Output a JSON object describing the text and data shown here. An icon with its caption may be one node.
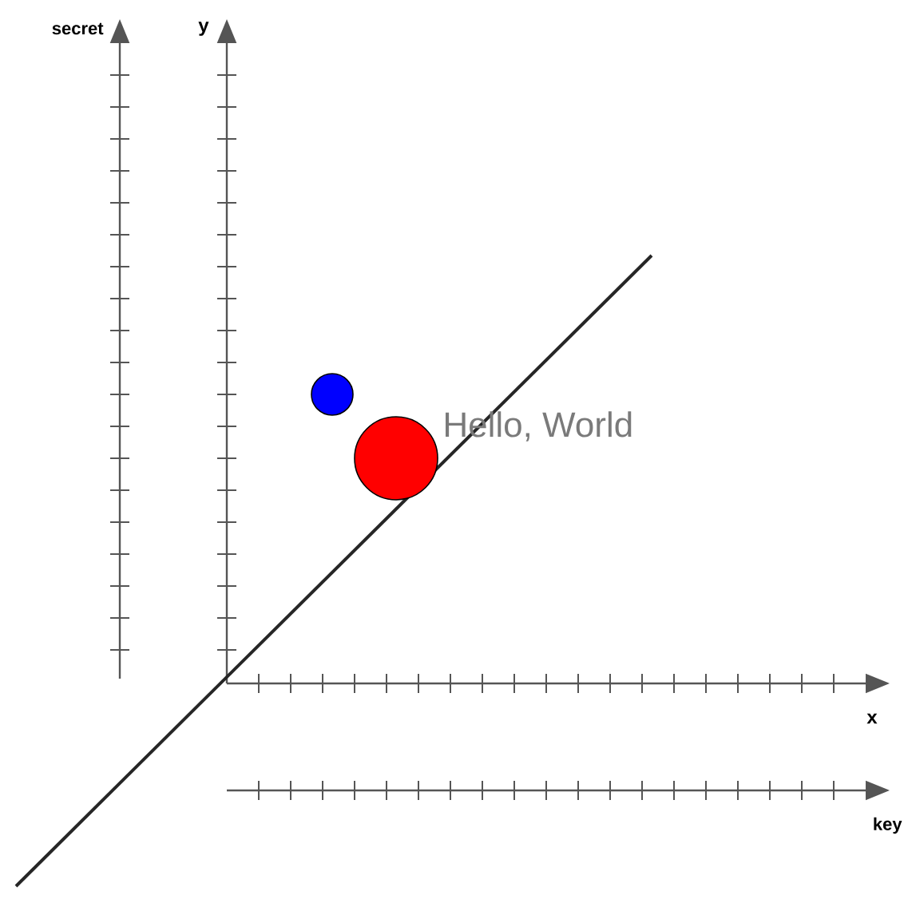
{
  "diagram": {
    "labels": [
      "secret",
      "y",
      "Hello, World",
      "x",
      "key"
    ]
  }
}
